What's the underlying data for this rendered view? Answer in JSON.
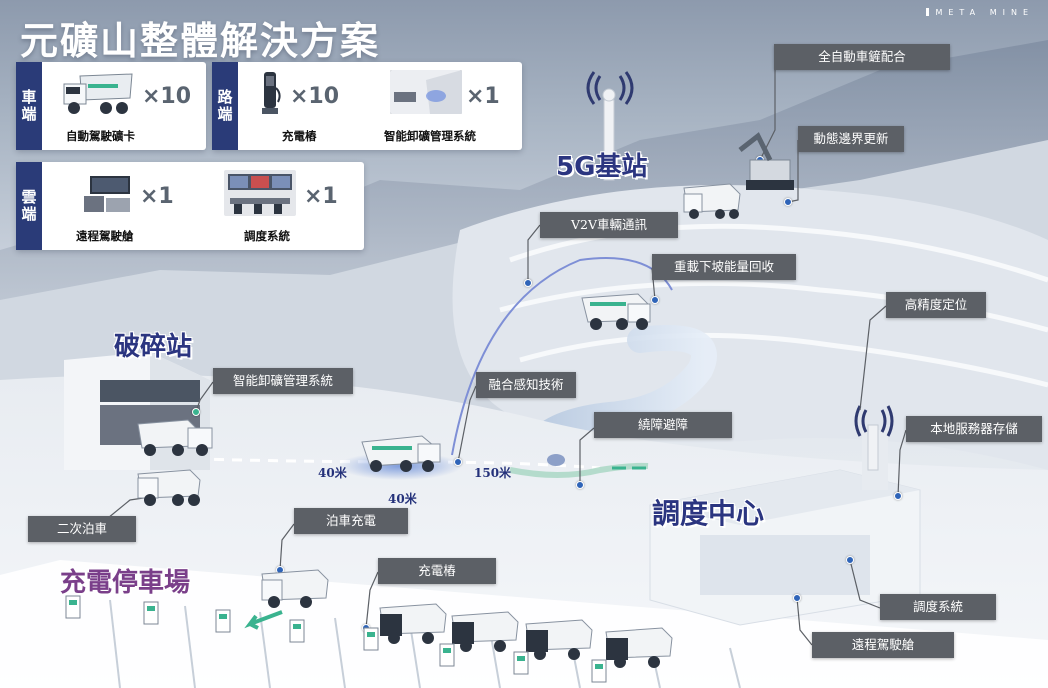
{
  "title": "元礦山整體解決方案",
  "brand": "META MINE",
  "panels": {
    "vehicle": {
      "side": "車端",
      "items": [
        {
          "caption": "自動駕駛礦卡",
          "qty": "×10",
          "icon": "mining-truck-icon"
        }
      ]
    },
    "road": {
      "side": "路端",
      "items": [
        {
          "caption": "充電樁",
          "qty": "×10",
          "icon": "charging-pile-icon"
        },
        {
          "caption": "智能卸礦管理系統",
          "qty": "×1",
          "icon": "unloading-system-icon"
        }
      ]
    },
    "cloud": {
      "side": "雲端",
      "items": [
        {
          "caption": "遠程駕駛艙",
          "qty": "×1",
          "icon": "remote-cockpit-icon"
        },
        {
          "caption": "調度系統",
          "qty": "×1",
          "icon": "dispatch-system-icon"
        }
      ]
    }
  },
  "zones": {
    "base_station": "5G基站",
    "crusher": "破碎站",
    "dispatch_center": "調度中心",
    "parking": "充電停車場"
  },
  "callouts": {
    "auto_coop": "全自動車鏟配合",
    "boundary_update": "動態邊界更新",
    "v2v": "V2V車輛通訊",
    "energy_recovery": "重載下坡能量回收",
    "positioning": "高精度定位",
    "unloading_mgmt": "智能卸礦管理系統",
    "fusion_sensing": "融合感知技術",
    "obstacle_avoid": "繞障避障",
    "local_storage": "本地服務器存儲",
    "secondary_parking": "二次泊車",
    "park_charge": "泊車充電",
    "charging_pile": "充電樁",
    "dispatch_sys": "調度系統",
    "remote_cockpit": "遠程駕駛艙"
  },
  "distances": {
    "left": "40米",
    "bottom": "40米",
    "right": "150米"
  },
  "colors": {
    "panel_side": "#2a3b78",
    "callout_bg": "#5c6066",
    "zone_text": "#2b3580",
    "accent_dot": "#2f64b8"
  }
}
